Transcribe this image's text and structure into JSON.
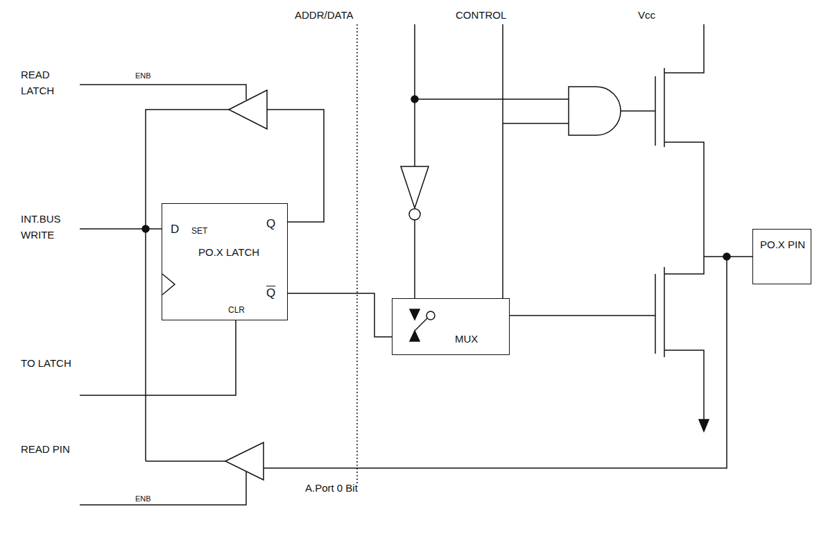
{
  "diagram": {
    "nodes": [
      {
        "text": [
          "D",
          "SET",
          "Q",
          "PO.X LATCH",
          "Q",
          "CLR"
        ]
      },
      {
        "text": [
          "MUX"
        ]
      },
      {
        "text": [
          "PO.X PIN"
        ]
      }
    ],
    "edges": [
      {
        "from": 0,
        "to": 1,
        "arrow": "none"
      }
    ],
    "labels": [
      "ADDR/DATA",
      "CONTROL",
      "Vcc",
      "READ LATCH",
      "ENB",
      "INT.BUS WRITE",
      "TO LATCH",
      "READ PIN",
      "ENB",
      "A.Port 0 Bit"
    ]
  }
}
